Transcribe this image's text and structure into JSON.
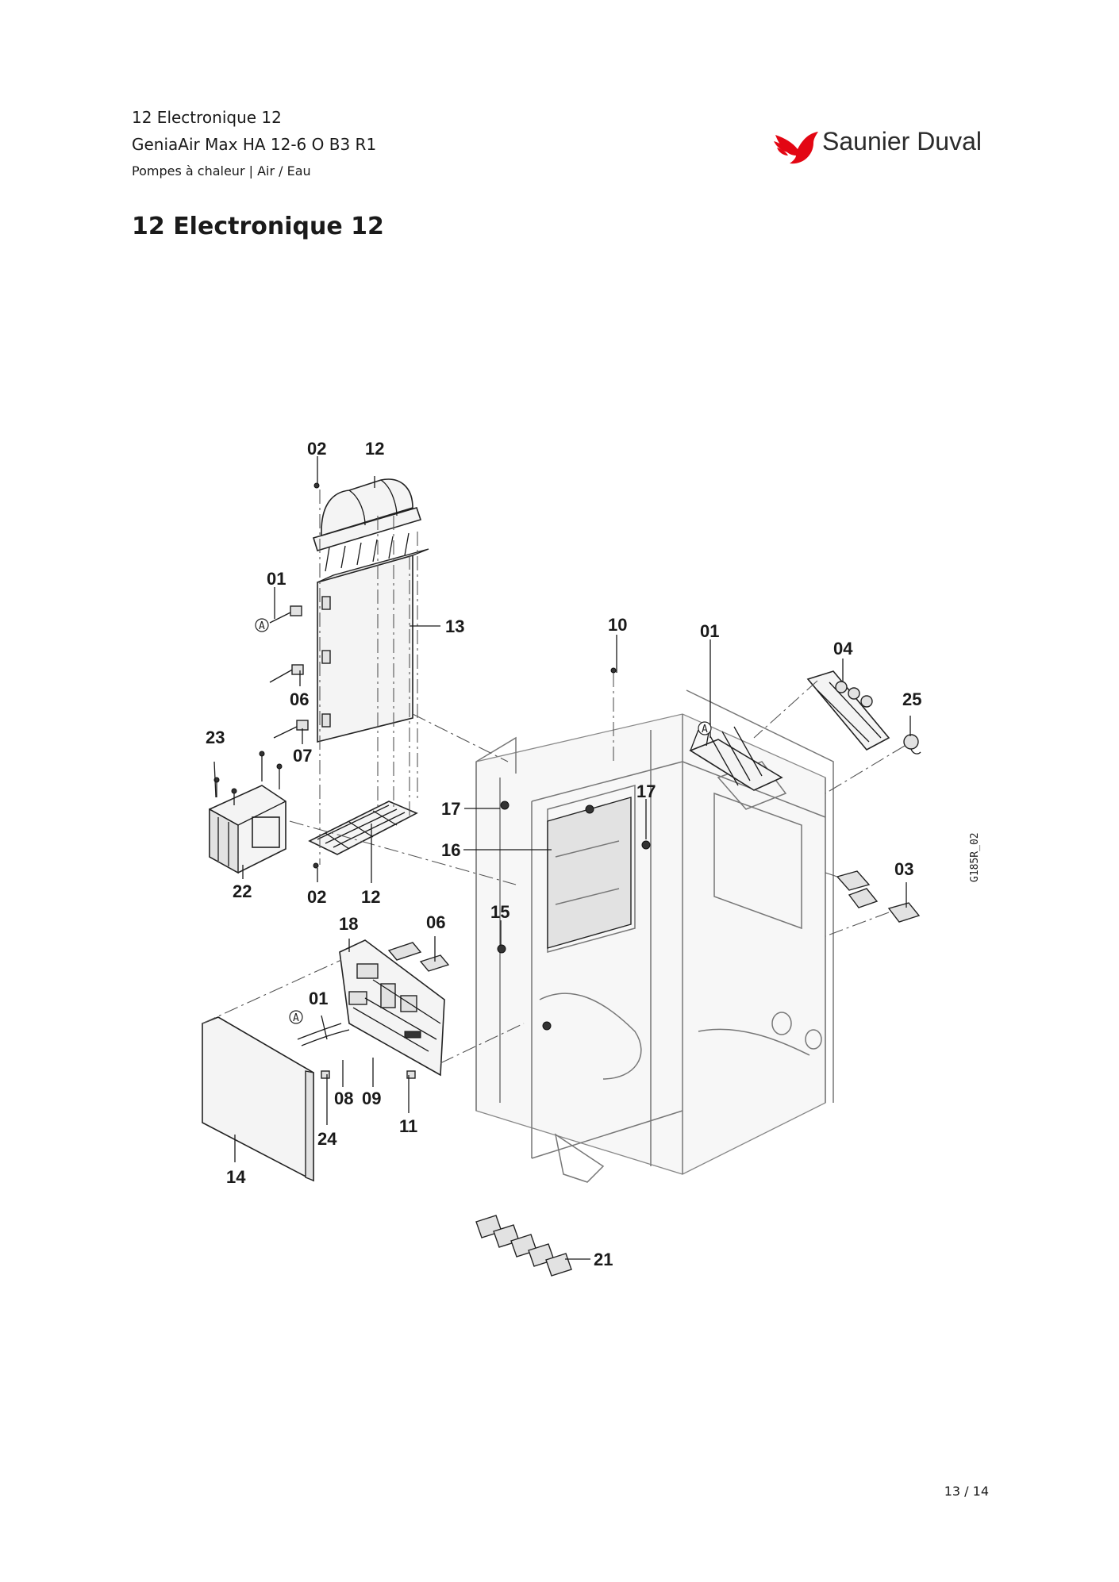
{
  "header": {
    "line1": "12 Electronique 12",
    "line2": "GeniaAir Max HA 12-6 O B3 R1",
    "line3": "Pompes à chaleur | Air / Eau"
  },
  "brand": {
    "name": "Saunier Duval",
    "color": "#e30613"
  },
  "section_title": "12 Electronique 12",
  "diagram": {
    "reference": "G185R_02",
    "marker": "A",
    "labels": {
      "l02_top": "02",
      "l12_top": "12",
      "l01_left": "01",
      "l13": "13",
      "l06_left": "06",
      "l07": "07",
      "l23": "23",
      "l22": "22",
      "l02_bottom": "02",
      "l12_bottom": "12",
      "l18": "18",
      "l06_mid": "06",
      "l01_board": "01",
      "l08": "08",
      "l09": "09",
      "l11": "11",
      "l24": "24",
      "l14": "14",
      "l10": "10",
      "l01_right": "01",
      "l04": "04",
      "l25": "25",
      "l17_left": "17",
      "l17_right": "17",
      "l16": "16",
      "l15": "15",
      "l03": "03",
      "l21": "21"
    }
  },
  "page": {
    "number": "13 / 14"
  }
}
